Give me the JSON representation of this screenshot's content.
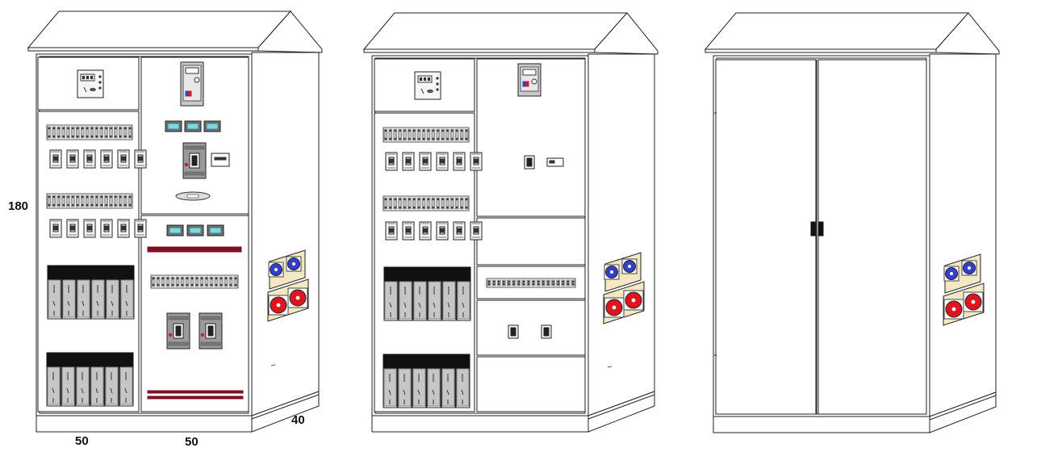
{
  "dimensions": {
    "height": "180",
    "width_left": "50",
    "width_right": "50",
    "depth": "40"
  },
  "colors": {
    "outline": "#222222",
    "background": "#ffffff",
    "busbar": "#7a1020",
    "socket_blue": "#3340c8",
    "socket_red": "#e0141e",
    "socket_plate": "#f3e7c4",
    "terminal": "#bdbdbd",
    "breaker_body": "#9a9a9a",
    "module_dark": "#111111",
    "device_screen": "#7fd8e0"
  },
  "cabinets": [
    {
      "name": "open-cabinet-detailed"
    },
    {
      "name": "open-cabinet-plain"
    },
    {
      "name": "closed-cabinet"
    }
  ]
}
